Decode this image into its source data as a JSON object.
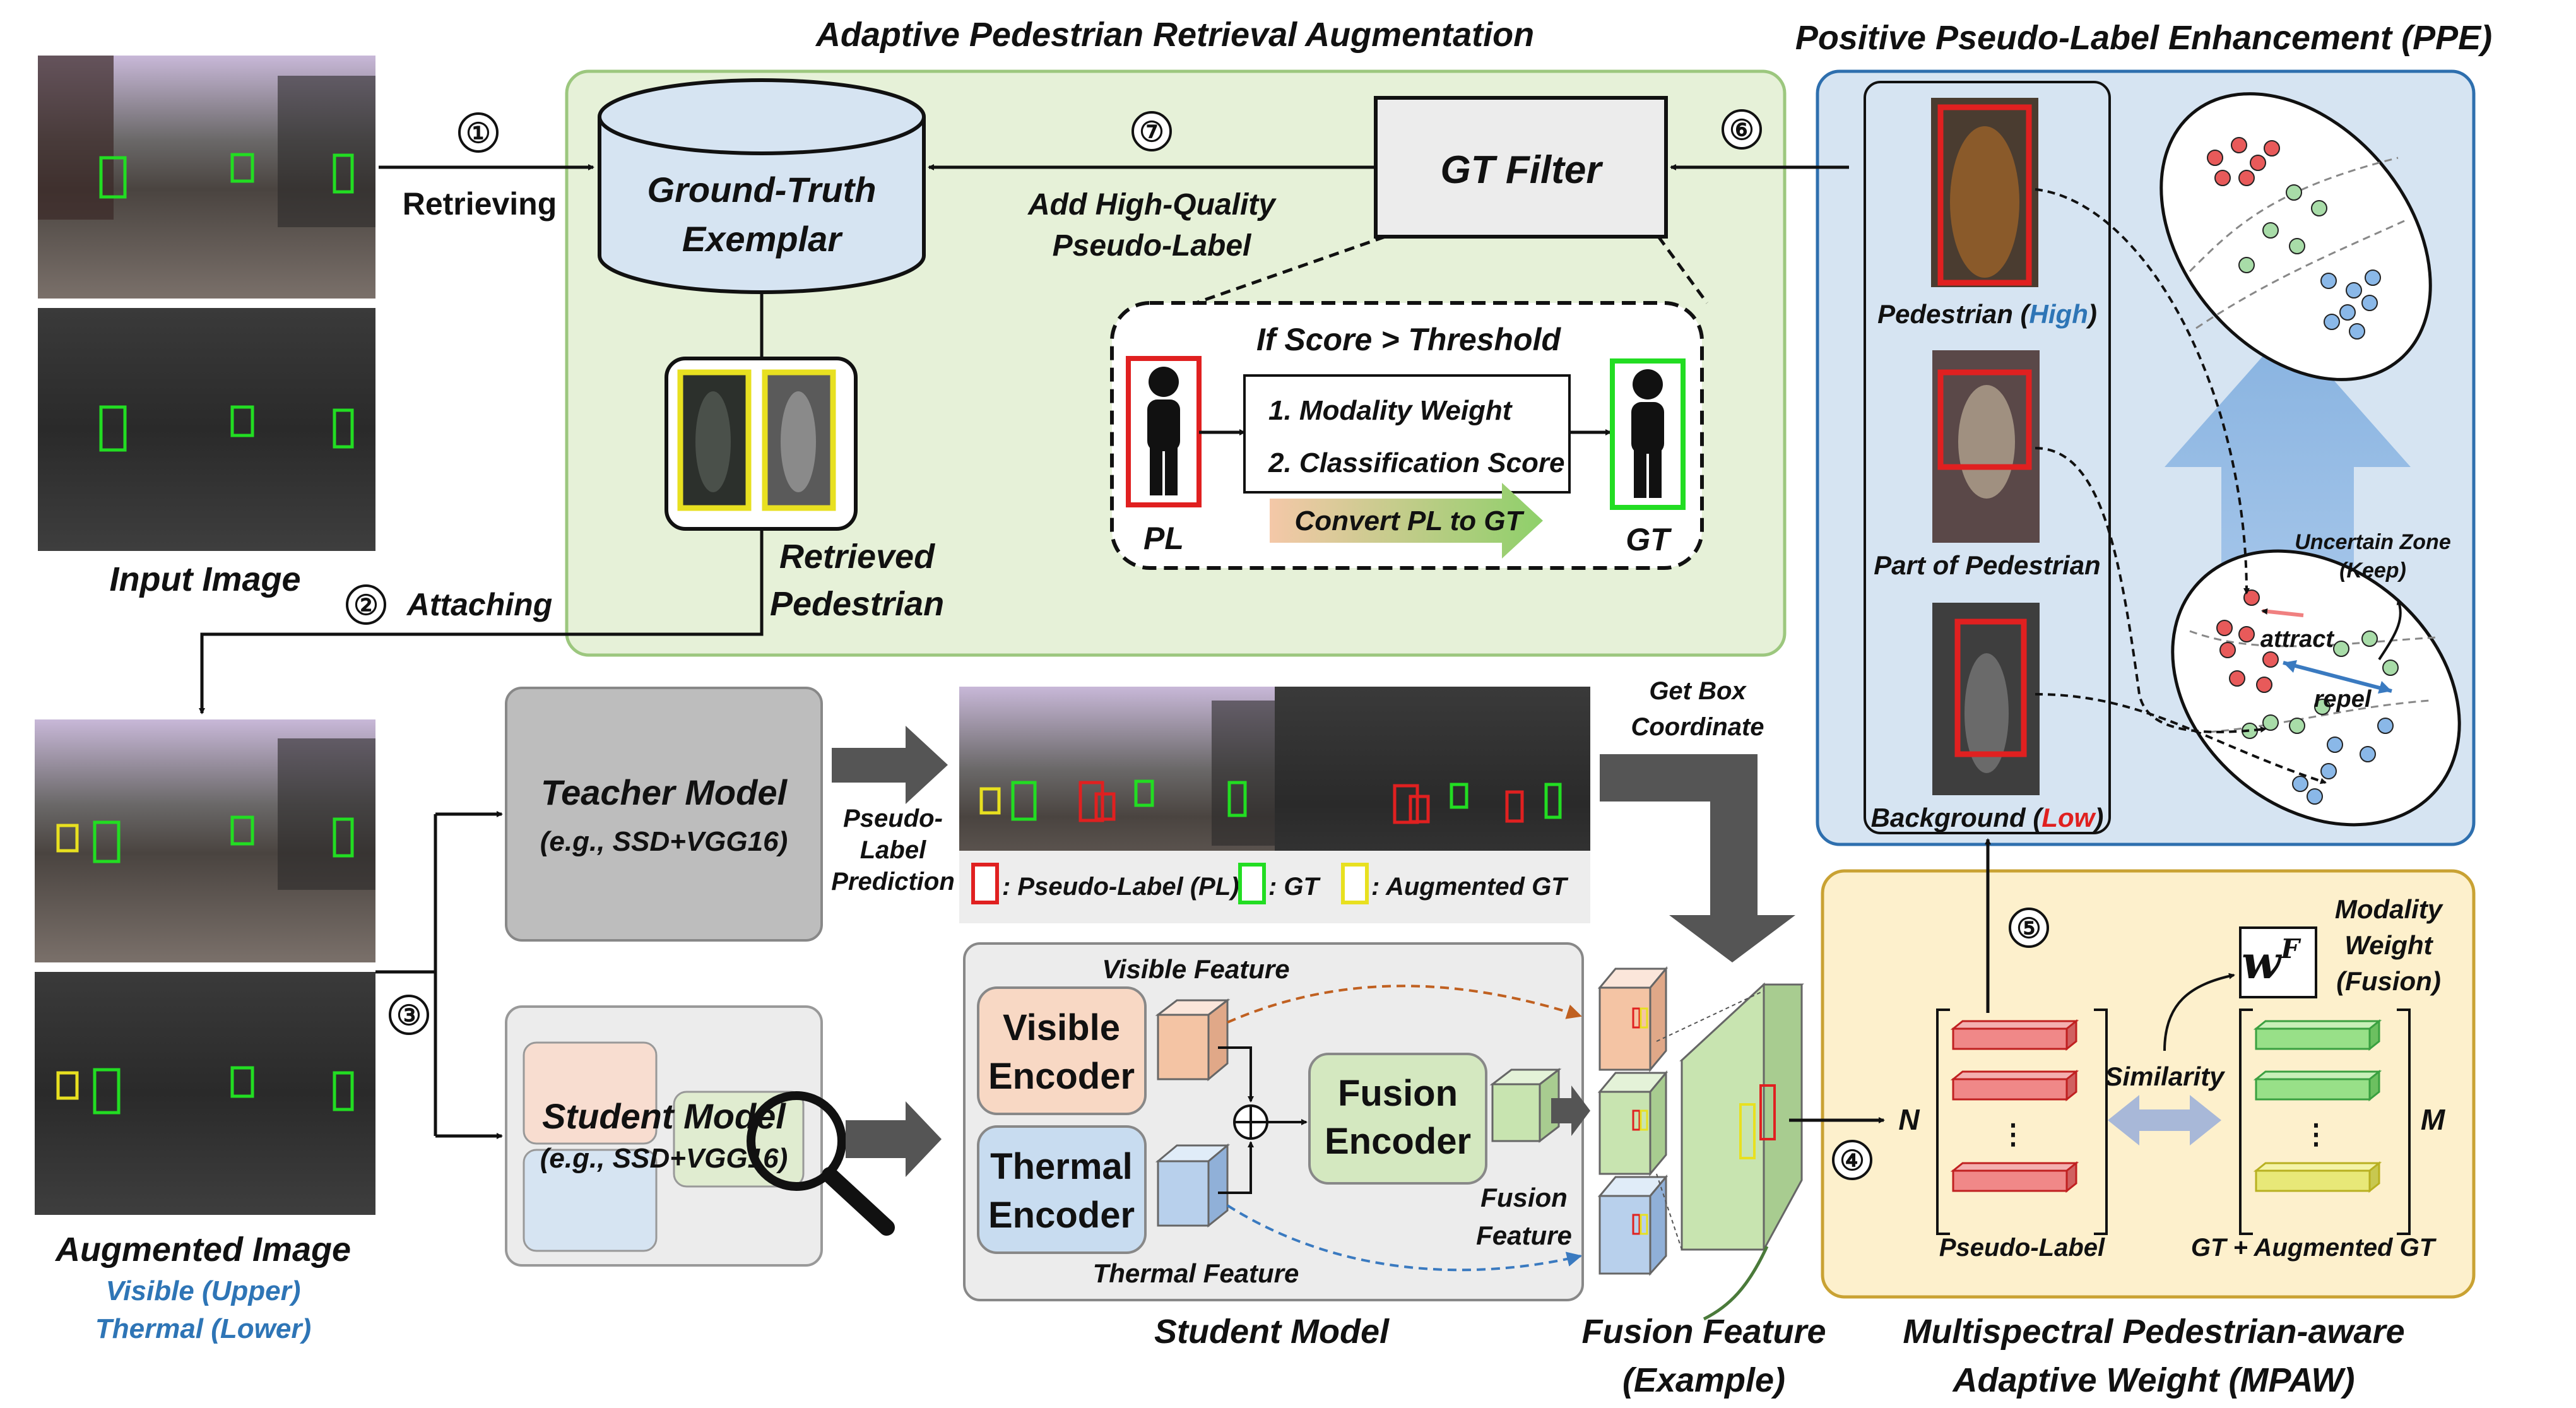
{
  "colors": {
    "green_panel": "#e6f1d8",
    "green_border": "#9cc77e",
    "blue_panel": "#d6e4f2",
    "blue_border": "#2e6fae",
    "yellow_panel": "#fdf0cc",
    "yellow_border": "#c9a233",
    "pl_red": "#e02020",
    "gt_green": "#22dd22",
    "aug_yellow": "#e8e020",
    "label_blue": "#2e75b6"
  },
  "titles": {
    "apra": "Adaptive Pedestrian Retrieval Augmentation",
    "ppe": "Positive Pseudo-Label Enhancement (PPE)",
    "mpaw_1": "Multispectral Pedestrian-aware",
    "mpaw_2": "Adaptive Weight (MPAW)",
    "student": "Student Model",
    "fusion_ex_1": "Fusion Feature",
    "fusion_ex_2": "(Example)"
  },
  "steps": {
    "s1": "①",
    "s2": "②",
    "s3": "③",
    "s4": "④",
    "s5": "⑤",
    "s6": "⑥",
    "s7": "⑦"
  },
  "labels": {
    "retrieving": "Retrieving",
    "attaching": "Attaching",
    "gt_exemplar_1": "Ground-Truth",
    "gt_exemplar_2": "Exemplar",
    "add_hq_1": "Add High-Quality",
    "add_hq_2": "Pseudo-Label",
    "gt_filter": "GT Filter",
    "if_score": "If Score > Threshold",
    "mw": "1. Modality Weight",
    "cs": "2. Classification Score",
    "convert": "Convert PL to GT",
    "pl": "PL",
    "gt": "GT",
    "retrieved_1": "Retrieved",
    "retrieved_2": "Pedestrian",
    "input_image": "Input Image",
    "augmented_image": "Augmented Image",
    "visible_upper": "Visible (Upper)",
    "thermal_lower": "Thermal (Lower)",
    "teacher_1": "Teacher Model",
    "teacher_2": "(e.g., SSD+VGG16)",
    "student_1": "Student Model",
    "student_2": "(e.g., SSD+VGG16)",
    "pl_pred_1": "Pseudo-",
    "pl_pred_2": "Label",
    "pl_pred_3": "Prediction",
    "legend_pl": ": Pseudo-Label (PL)",
    "legend_gt": ": GT",
    "legend_aug": ": Augmented GT",
    "get_box_1": "Get Box",
    "get_box_2": "Coordinate",
    "visible_feature": "Visible Feature",
    "thermal_feature": "Thermal Feature",
    "visible_enc_1": "Visible",
    "visible_enc_2": "Encoder",
    "thermal_enc_1": "Thermal",
    "thermal_enc_2": "Encoder",
    "fusion_enc_1": "Fusion",
    "fusion_enc_2": "Encoder",
    "fusion_feat_1": "Fusion",
    "fusion_feat_2": "Feature",
    "ped_high_a": "Pedestrian (",
    "ped_high_b": "High",
    "ped_high_c": ")",
    "part_ped": "Part of Pedestrian",
    "bg_a": "Background (",
    "bg_b": "Low",
    "bg_c": ")",
    "uncertain_1": "Uncertain Zone",
    "uncertain_2": "(Keep)",
    "attract": "attract",
    "repel": "repel",
    "modality_1": "Modality",
    "modality_2": "Weight",
    "modality_3": "(Fusion)",
    "wf": "w",
    "wf_sup": "F",
    "similarity": "Similarity",
    "n": "N",
    "m": "M",
    "dots": "⋮",
    "pseudo_label": "Pseudo-Label",
    "gt_aug": "GT + Augmented GT"
  }
}
